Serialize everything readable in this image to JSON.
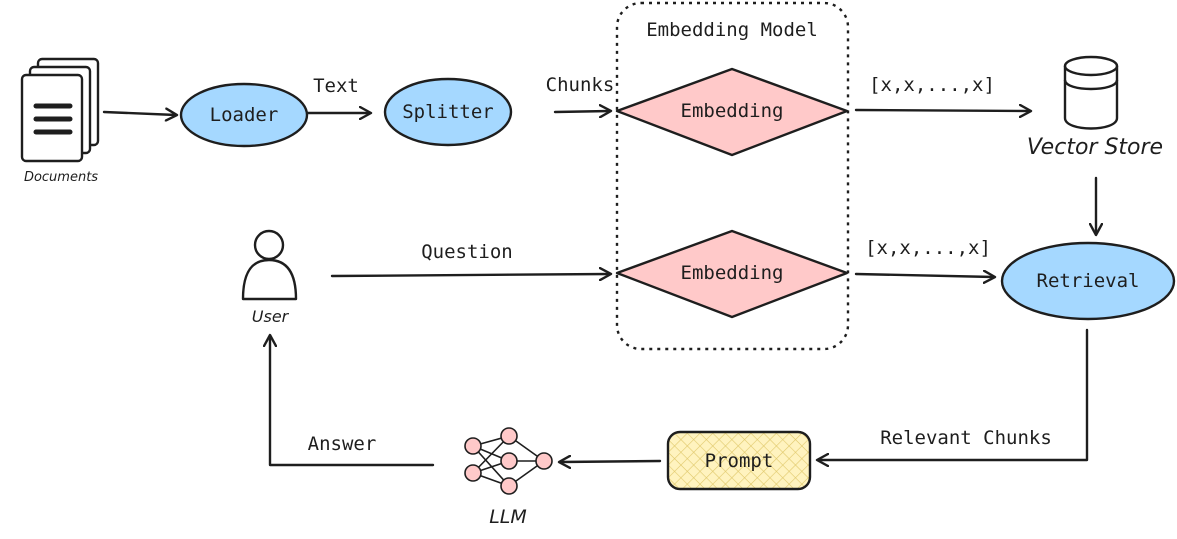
{
  "group": {
    "title": "Embedding Model"
  },
  "nodes": {
    "documents": "Documents",
    "loader": "Loader",
    "splitter": "Splitter",
    "embedding_top": "Embedding",
    "embedding_bottom": "Embedding",
    "vector_store": "Vector Store",
    "retrieval": "Retrieval",
    "user": "User",
    "prompt": "Prompt",
    "llm": "LLM"
  },
  "edges": {
    "text": "Text",
    "chunks": "Chunks",
    "vector_top": "[x,x,...,x]",
    "question": "Question",
    "vector_bottom": "[x,x,...,x]",
    "relevant_chunks": "Relevant Chunks",
    "answer": "Answer"
  },
  "colors": {
    "blue_node": "#a5d8ff",
    "pink_node": "#ffc9c9",
    "prompt_fill": "#fff3bf",
    "stroke": "#1e1e1e"
  },
  "icons": [
    "documents-icon",
    "database-icon",
    "user-icon",
    "neural-network-icon"
  ]
}
